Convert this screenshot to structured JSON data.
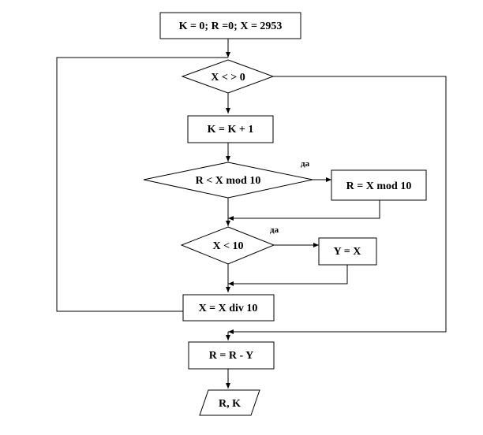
{
  "nodes": {
    "init": "K = 0; R =0; X = 2953",
    "cond_x_ne_0": "X < > 0",
    "inc_k": "K = K + 1",
    "cond_r_lt_mod": "R < X mod 10",
    "assign_r_mod": "R = X mod 10",
    "cond_x_lt_10": "X < 10",
    "assign_y": "Y = X",
    "div_x": "X = X div 10",
    "assign_r_minus_y": "R = R - Y",
    "output_rk": "R, K"
  },
  "edges": {
    "yes_label": "да"
  }
}
